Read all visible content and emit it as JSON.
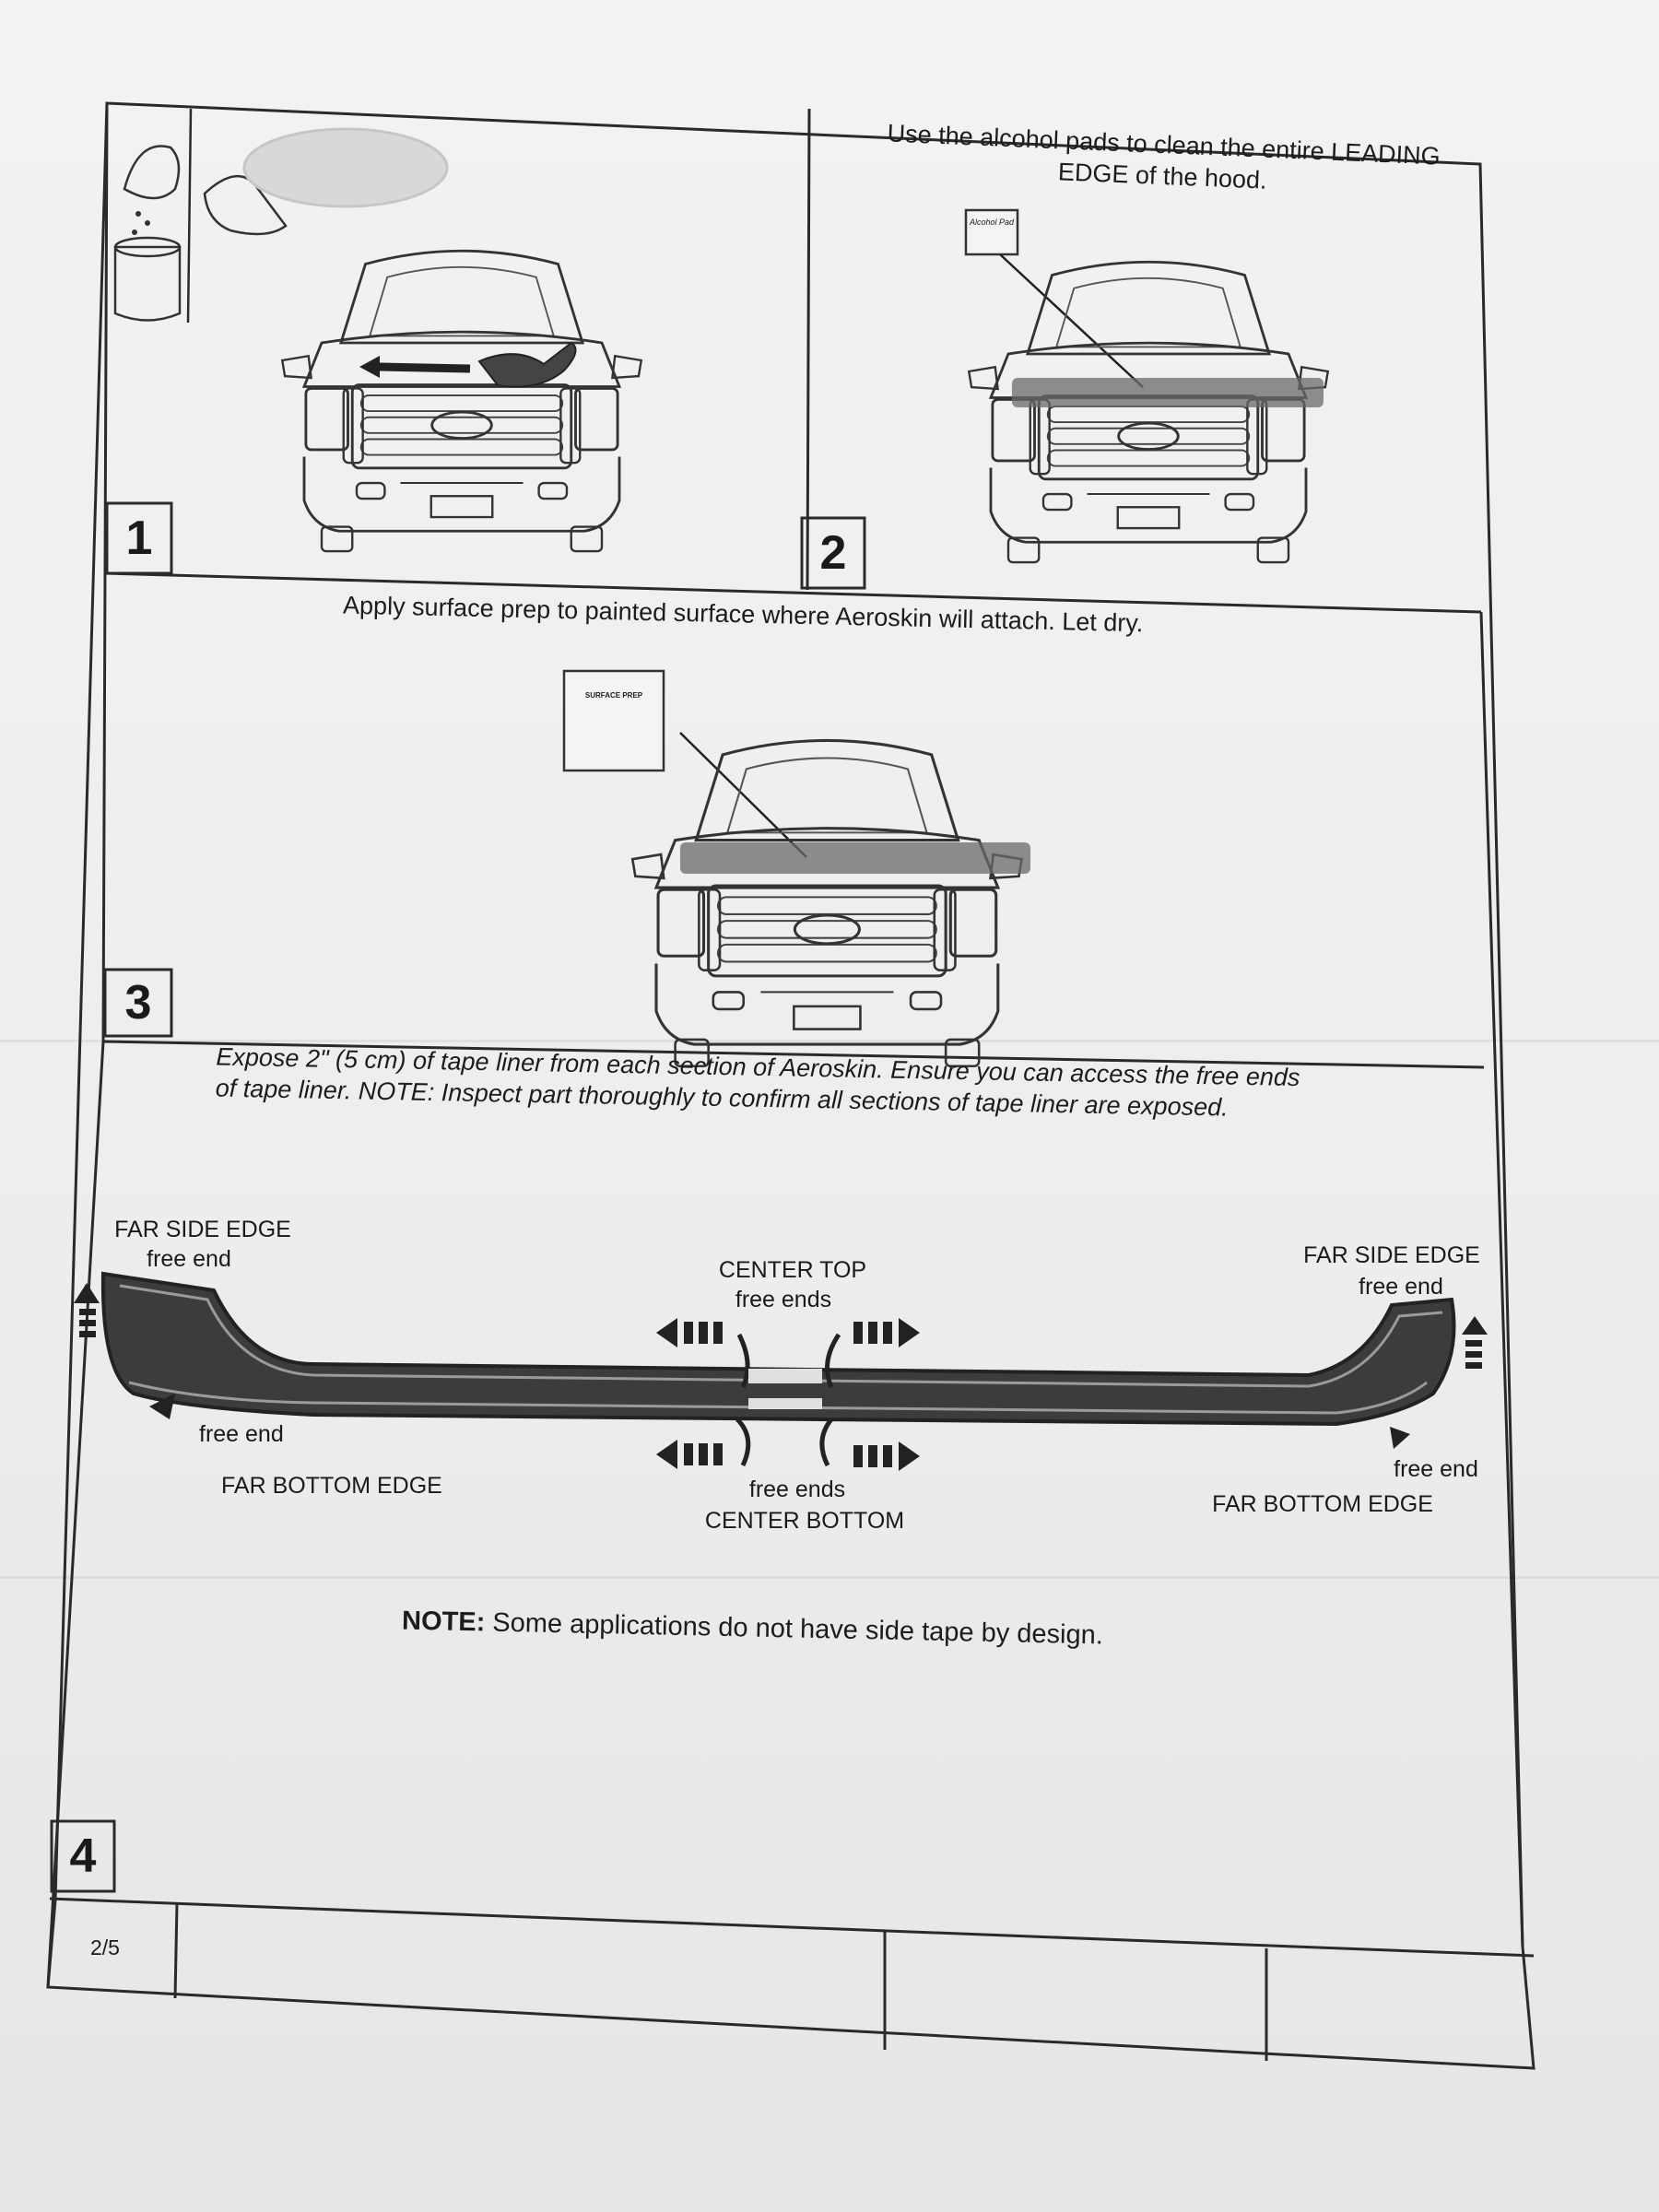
{
  "steps": [
    {
      "number": "1",
      "caption": ""
    },
    {
      "number": "2",
      "caption": "Use the alcohol pads to clean the entire LEADING EDGE of the hood.",
      "caption_line1": "Use the alcohol pads to clean the entire LEADING",
      "caption_line2": "EDGE of the hood.",
      "pad_label": "Alcohol Pad"
    },
    {
      "number": "3",
      "caption": "Apply surface prep to painted surface where  Aeroskin will attach. Let dry.",
      "package_label": "SURFACE PREP"
    },
    {
      "number": "4",
      "caption_line1": "Expose 2\" (5 cm) of tape liner from each section of Aeroskin. Ensure you can access the free ends",
      "caption_line2": "of tape liner. NOTE: Inspect part thoroughly to confirm all sections of tape liner are exposed."
    }
  ],
  "diagram_labels": {
    "far_side_edge_left": "FAR SIDE EDGE",
    "far_side_free_end_left": "free end",
    "far_bottom_free_end_left": "free end",
    "far_bottom_edge_left": "FAR BOTTOM EDGE",
    "center_top": "CENTER TOP",
    "center_top_free_ends": "free ends",
    "center_bottom_free_ends": "free ends",
    "center_bottom": "CENTER BOTTOM",
    "far_side_edge_right": "FAR SIDE EDGE",
    "far_side_free_end_right": "free end",
    "far_bottom_free_end_right": "free end",
    "far_bottom_edge_right": "FAR BOTTOM EDGE"
  },
  "note": {
    "bold": "NOTE:",
    "text": " Some applications do not have side tape by design."
  },
  "footer": {
    "page": "2/5"
  },
  "colors": {
    "ink": "#1c1c1c",
    "shield": "#3c3c3c",
    "shadow": "#6a6a6a"
  }
}
